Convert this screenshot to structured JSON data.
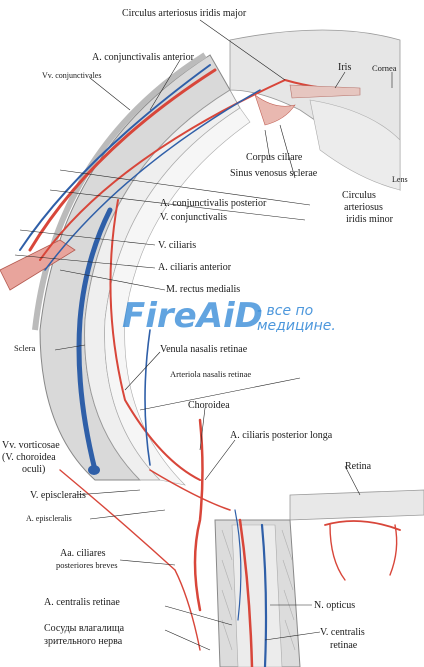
{
  "labels": {
    "circulus_major": "Circulus arteriosus iridis major",
    "a_conj_anterior": "A. conjunctivalis anterior",
    "vv_conjunctivales": "Vv. conjunctivales",
    "iris": "Iris",
    "cornea": "Cornea",
    "corpus_ciliare": "Corpus ciliare",
    "sinus_venosus": "Sinus venosus sclerae",
    "lens": "Lens",
    "a_conj_posterior": "A. conjunctivalis posterior",
    "v_conjunctivalis": "V. conjunctivalis",
    "circulus_minor_1": "Circulus",
    "circulus_minor_2": "arteriosus",
    "circulus_minor_3": "iridis minor",
    "v_ciliaris": "V. ciliaris",
    "a_ciliaris_anterior": "A. ciliaris anterior",
    "m_rectus_medialis": "M. rectus medialis",
    "sclera": "Sclera",
    "venula_nasalis": "Venula nasalis retinae",
    "arteriola_nasalis": "Arteriola nasalis retinae",
    "choroidea": "Choroidea",
    "a_ciliaris_post_longa": "A. ciliaris posterior longa",
    "vv_vorticosae_1": "Vv. vorticosae",
    "vv_vorticosae_2": "(V. choroidea",
    "vv_vorticosae_3": "oculi)",
    "retina": "Retina",
    "v_episcleralis": "V. episcleralis",
    "a_episcleralis": "A. episcleralis",
    "aa_ciliares_1": "Aa. ciliares",
    "aa_ciliares_2": "posteriores breves",
    "a_centralis_retinae": "A. centralis retinae",
    "n_opticus": "N. opticus",
    "sosudy_1": "Сосуды влагалища",
    "sosudy_2": "зрительного нерва",
    "v_centralis_1": "V. centralis",
    "v_centralis_2": "retinae"
  },
  "watermark": {
    "brand": "FireAiD",
    "tagline_1": "- все по",
    "tagline_2": "медицине."
  },
  "colors": {
    "artery": "#d8463a",
    "vein": "#2f5fa8",
    "sclera": "#d9d9d9",
    "watermark": "#2e86d6"
  }
}
